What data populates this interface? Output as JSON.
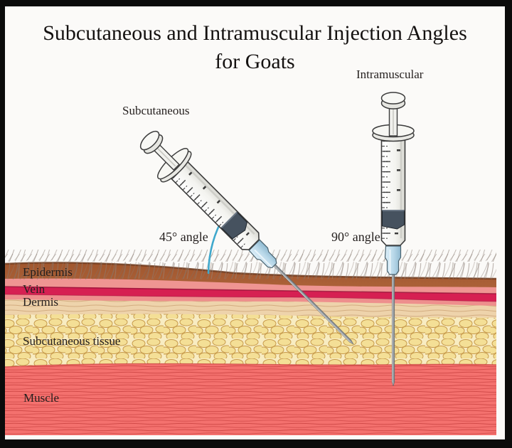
{
  "title": {
    "line1": "Subcutaneous and Intramuscular Injection Angles",
    "line2": "for Goats"
  },
  "syringes": {
    "subcutaneous": {
      "label": "Subcutaneous",
      "angle_label": "45° angle",
      "angle_deg": 45
    },
    "intramuscular": {
      "label": "Intramuscular",
      "angle_label": "90° angle",
      "angle_deg": 90
    }
  },
  "layer_labels": {
    "epidermis": "Epidermis",
    "vein": "Vein",
    "dermis": "Dermis",
    "subcutaneous_tissue": "Subcutaneous tissue",
    "muscle": "Muscle"
  },
  "colors": {
    "frame_border": "#0b0b0b",
    "canvas_bg": "#fbfaf8",
    "epidermis_edge": "#6e3a1d",
    "upper_dermis_pink": "#ef9592",
    "lower_pink": "#ee8f8d",
    "vein": "#d62052",
    "vein_edge": "#8e1034",
    "dermis": "#eed3ab",
    "subcutaneous_fat": "#f8ecc2",
    "muscle": "#f4716e",
    "angle_arc": "#3fa8cc",
    "needle_hub": "#b9d8e9"
  }
}
